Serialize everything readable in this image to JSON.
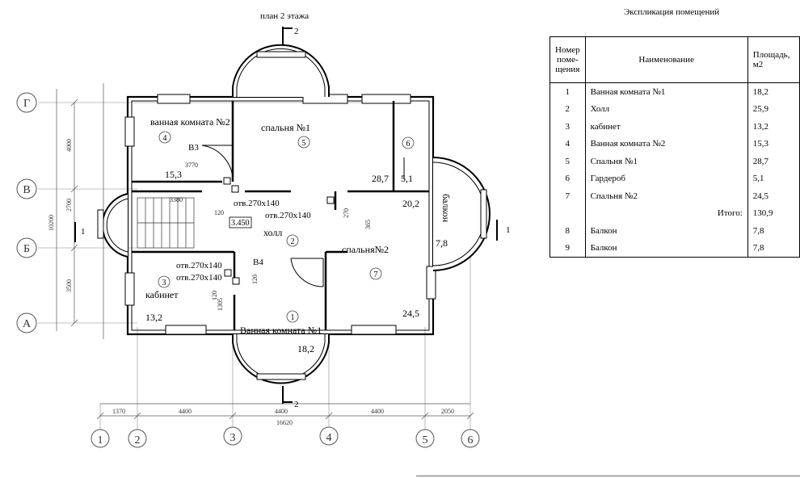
{
  "plan_title": "план 2 этажа",
  "table_title": "Экспликация помещений",
  "table": {
    "headers": {
      "num": "Номер поме- щения",
      "name": "Наименование",
      "area": "Площадь, м2"
    },
    "rows": [
      {
        "num": "1",
        "name": "Ванная комната №1",
        "area": "18,2"
      },
      {
        "num": "2",
        "name": "Холл",
        "area": "25,9"
      },
      {
        "num": "3",
        "name": "кабинет",
        "area": "13,2"
      },
      {
        "num": "4",
        "name": "Ванная комната №2",
        "area": "15,3"
      },
      {
        "num": "5",
        "name": "Спальня №1",
        "area": "28,7"
      },
      {
        "num": "6",
        "name": "Гардероб",
        "area": "5,1"
      },
      {
        "num": "7",
        "name": "Спальня №2",
        "area": "24,5"
      },
      {
        "num": "",
        "name": "Итого:",
        "area": "130,9"
      },
      {
        "num": "8",
        "name": "Балкон",
        "area": "7,8"
      },
      {
        "num": "9",
        "name": "Балкон",
        "area": "7,8"
      }
    ]
  },
  "axes": {
    "letters": [
      "Г",
      "В",
      "Б",
      "А"
    ],
    "numbers": [
      "1",
      "2",
      "3",
      "4",
      "5",
      "6"
    ]
  },
  "section_marks": {
    "top": "2",
    "bottom": "2",
    "left": "1",
    "right": "1"
  },
  "rooms": {
    "r1_name": "Ванная комната №1",
    "r1_num": "1",
    "r1_area": "18,2",
    "r2_name": "холл",
    "r2_num": "2",
    "r3_name": "кабинет",
    "r3_num": "3",
    "r3_area": "13,2",
    "r4_name": "ванная комната №2",
    "r4_num": "4",
    "r4_area": "15,3",
    "r5_name": "спальня №1",
    "r5_num": "5",
    "r5_area": "28,7",
    "r6_num": "6",
    "r6_area": "5,1",
    "r7_name": "спальня№2",
    "r7_num": "7",
    "r7_area": "24,5",
    "hall_area": "20,2",
    "balcony_name": "балкон",
    "balcony_area": "7,8"
  },
  "annotations": {
    "b3": "В3",
    "b4": "В4",
    "otv1": "отв.270х140",
    "otv2": "отв.270х140",
    "otv3": "отв.270х140",
    "otv4": "отв.270х140",
    "level": "3.450",
    "d3770": "3770",
    "d3380": "3380",
    "d120a": "120",
    "d120b": "120",
    "d120c": "120",
    "d270": "270",
    "d365": "365",
    "d1305": "1305"
  },
  "dimensions": {
    "bottom": [
      "1370",
      "4400",
      "4400",
      "4400",
      "2050"
    ],
    "total": "16620",
    "left": [
      "4000",
      "2700",
      "3500"
    ],
    "left_total": "10200"
  }
}
